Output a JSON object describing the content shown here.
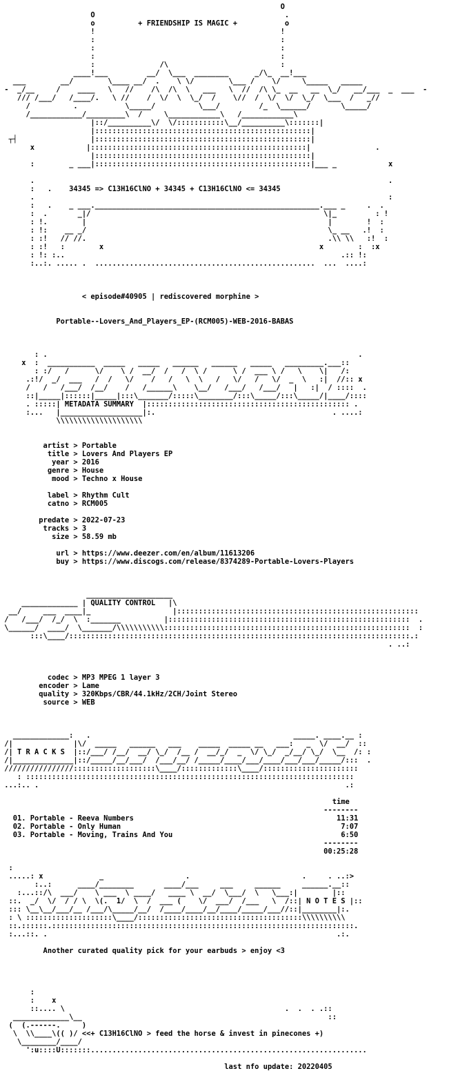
{
  "nfo": {
    "release_name": "Portable--Lovers_And_Players_EP-(RCM005)-WEB-2016-BABAS",
    "lines": [
      "                                                                 O",
      "                     O                                            .",
      "                     o          + FRIENDSHIP IS MAGIC +           o",
      "                     !                                           !",
      "                     :                                           :",
      "                     :                                           :",
      "                     :                                           :",
      "                     :               /\\                          :",
      "                 ____!___         __/  \\___  ________      _/\\_  __!___",
      "   ___        __/        \\____ __/  .    \\ \\/        \\___ /    \\/     \\_____   _____",
      " -  _/__     /    ____   \\   //    /\\  /\\  \\   ___   \\  //  /\\ \\_  __   __  \\_/   __/___  _  ___  -",
      "    /// /___/   /____/.   \\ //    /  \\/  \\  \\_/  /    \\//  /  \\/  \\/  \\_/  \\___  /   _//",
      "      /          .           \\_____/          \\___/         /_  \\______/       \\_____/",
      "      /____________/_________\\  /     \\____________\\   /____________\\",
      "                     |::/__________\\/  \\/:::::::::::\\__/__________\\:::::::|",
      "                     |::::::::::::::::::::::::::::::::::::::::::::::::::|",
      "  ┬┤                 |::::::::::::::::::::::::::::::::::::::::::::::::::|",
      "       x            |::::::::::::::::::::::::::::::::::::::::::::::::::|               .",
      "                     |::::::::::::::::::::::::::::::::::::::::::::::::::|",
      "       :        _ ___|::::::::::::::::::::::::::::::::::::::::::::::::::|___ _            x",
      "",
      "       .                                                                                  .",
      "       :   .    34345 => C13H16ClNO + 34345 + C13H16ClNO <= 34345",
      "       .                                                                                  :",
      "       :   .    _ ___.____________________________________________________.___ _     .  .",
      "       :  .       _|/                                                      \\|_         : !",
      "       : !.        |                                                        |        !  :",
      "       : !:    __ _/                                                        \\_ __   .!  :",
      "       : :!   // //.                                                        .\\\\ \\\\   :!  :",
      "       : :!   :        x                                                  x        :  :x",
      "       : !: :..                                                                .:: !:",
      "       :..:. ..... .  ...................................................  ...  ....:",
      "",
      "",
      "",
      "                   < episode#40905 | rediscovered morphine >",
      "",
      "",
      "             Portable--Lovers_And_Players_EP-(RCM005)-WEB-2016-BABAS",
      "",
      "",
      "",
      "        : .                                                                        .",
      "     x  :  ___________  _____   _____   ______   ______   _____   _________.___::",
      "        : :/   /      \\/    \\ /  __/  /   /  \\ /      \\ /  ___ \\ /   \\    \\|   /:",
      "      .:!/  _/  ___   /  /   \\/    /   /   \\  \\   /   \\/   /   \\/  _  \\   :|  //:: x",
      "      /   /   /___/  /__/    /   /______\\    \\__/   /___/   /___/   |   :|  / ::::  .",
      "      ::|_____|::::::|_____|:::\\_______/:::::\\________/:::\\_____/:::\\_____/|____/::::",
      "      . :::::| METADATA SUMMARY  |::::::::::::::::::::::::::::::::::::::::::::::: .",
      "      :...   |___________________|:.                                         . ....:",
      "             \\\\\\\\\\\\\\\\\\\\\\\\\\\\\\\\\\\\\\\\",
      "",
      "",
      "          artist > Portable",
      "           title > Lovers And Players EP",
      "            year > 2016",
      "           genre > House",
      "            mood > Techno x House",
      "",
      "           label > Rhythm Cult",
      "           catno > RCM005",
      "",
      "         predate > 2022-07-23",
      "          tracks > 3",
      "            size > 58.59 mb",
      "",
      "             url > https://www.deezer.com/en/album/11613206",
      "             buy > https://www.discogs.com/release/8374289-Portable-Lovers-Players",
      "",
      "",
      "",
      "                    ____________________",
      "     _____________ | QUALITY CONTROL   |\\",
      "  __/     ___  ____|_                   |::::::::::::::::::::::::::::::::::::::::::::::::::::::::",
      " /   /___/  /_/  \\  :_______          |::::::::::::::::::::::::::::::::::::::::::::::::::::::::  .",
      " \\______/  ____/  \\_______/\\\\\\\\\\\\\\\\\\\\\\:::::::::::::::::::::::::::::::::::::::::::::::::::::::::  :",
      "       :::\\____/:::::::::::::::::::::::::::::::::::::::::::::::::::::::::::::::::::::::::::::::.:",
      "                                                                                          . ..:",
      "",
      "",
      "",
      "           codec > MP3 MPEG 1 layer 3",
      "         encoder > Lame",
      "         quality > 320Kbps/CBR/44.1kHz/2CH/Joint Stereo",
      "          source > WEB",
      "",
      "",
      "",
      "   _____________:   .                                               _____. ____.__ :",
      " /|              |\\/  _____   ______   ___    _____  _____ __   ___:   _  \\/  __/  ::",
      " /| T R A C K S  |::/___/ /__/  __/ \\_/  /__ /  __/_/  _  \\/ \\_/  _/__/ \\_/  \\__  /: :",
      " /|______________|::/_____/__/___/  /___/__/ /_____/____/___/____/___/___/_____/:::  .",
      " ////////////////:::::::::::::::::::\\____/:::::::::::::\\____/::::::::::::::::::::::",
      "    : ::::::::::::::::::::::::::::::::::::::::::::::::::::::::::::::::::::::::::::",
      " ...:.. .                                                                       .:",
      "",
      "                                                                             time",
      "                                                                           --------",
      "   01. Portable - Reeva Numbers                                               11:31",
      "   02. Portable - Only Human                                                   7:07",
      "   03. Portable - Moving, Trains And You                                       6:50",
      "                                                                           --------",
      "                                                                           00:25:28",
      "",
      "  :",
      "  .....: x             _                   .                          .     . ..:>",
      "        :..:      ____/________       ____/___     ___     ______     ______.__::",
      "    :...::/\\  ___/    \\ ___  \\ ____/   ____ \\  __/  \\___/  \\   \\___:|        |::",
      "  ::.  _/  \\/  / / \\  \\(.  1/  \\  /  ___ (    \\/  ___/  /___   \\  /::| N O T E S |::",
      "  ::: \\__\\__/___/__ /___/\\_____/__/  /____/____/__/____/_____/___//::|________|:.",
      "  : \\ ::::::::::::::::::::\\____/::::::::::::::::::::::::::::::::::::::\\\\\\\\\\\\\\\\\\\\",
      "  ::.::::::.::::::::::::::::::::::::::::::::::::::::::::::::::::::::::::::::::::::.",
      "  :...::. .                                                                   .:.",
      "",
      "          Another curated quality pick for your earbuds > enjoy <3",
      "",
      "",
      "",
      "",
      "       :",
      "       :    x",
      "       ::.... \\                                                   .  .  . .::",
      "   _____________\\__                                                         ::",
      "  (  (.------.     )",
      "   \\  \\\\____\\(( )/ <<+ C13H16ClNO > feed the horse & invest in pinecones +)",
      "    \\________/____/",
      "      ':u::::U:::::::................................................................",
      "",
      "                                                    last nfo update: 20220405"
    ]
  }
}
